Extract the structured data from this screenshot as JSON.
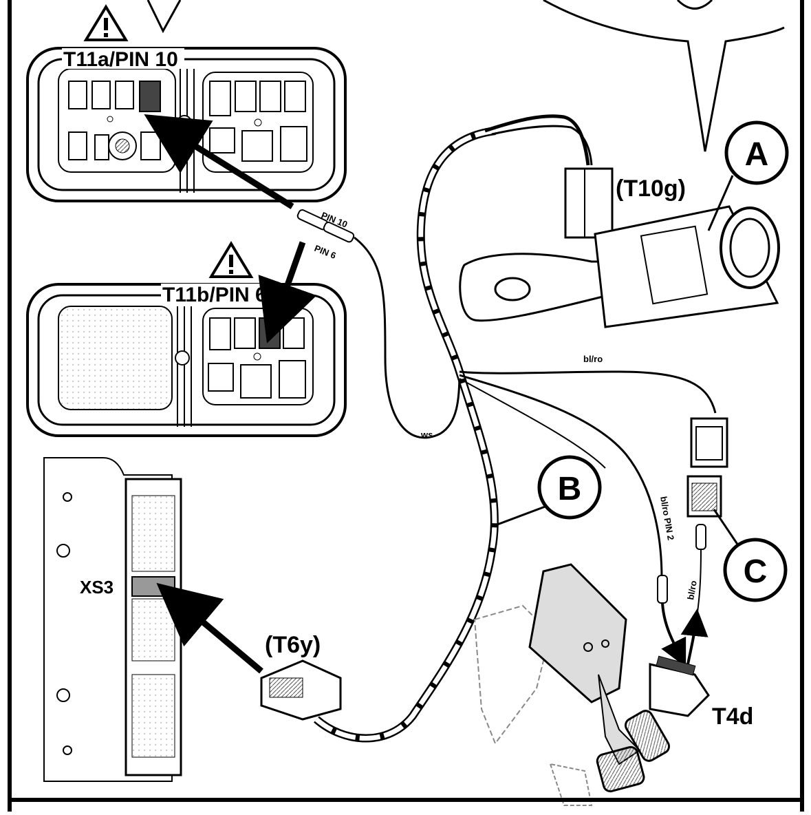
{
  "labels": {
    "t11a": "T11a/PIN 10",
    "t11b": "T11b/PIN 6",
    "pin10": "PIN 10",
    "pin6": "PIN 6",
    "ws": "ws",
    "blro_top": "bl/ro",
    "blro_pin2": "bl/ro PIN 2",
    "blro_side": "bl/ro",
    "t10g": "(T10g)",
    "t6y": "(T6y)",
    "t4d": "T4d",
    "xs3": "XS3"
  },
  "callouts": {
    "a": "A",
    "b": "B",
    "c": "C"
  },
  "icons": [
    "warning-triangle-icon",
    "warning-triangle-icon"
  ]
}
